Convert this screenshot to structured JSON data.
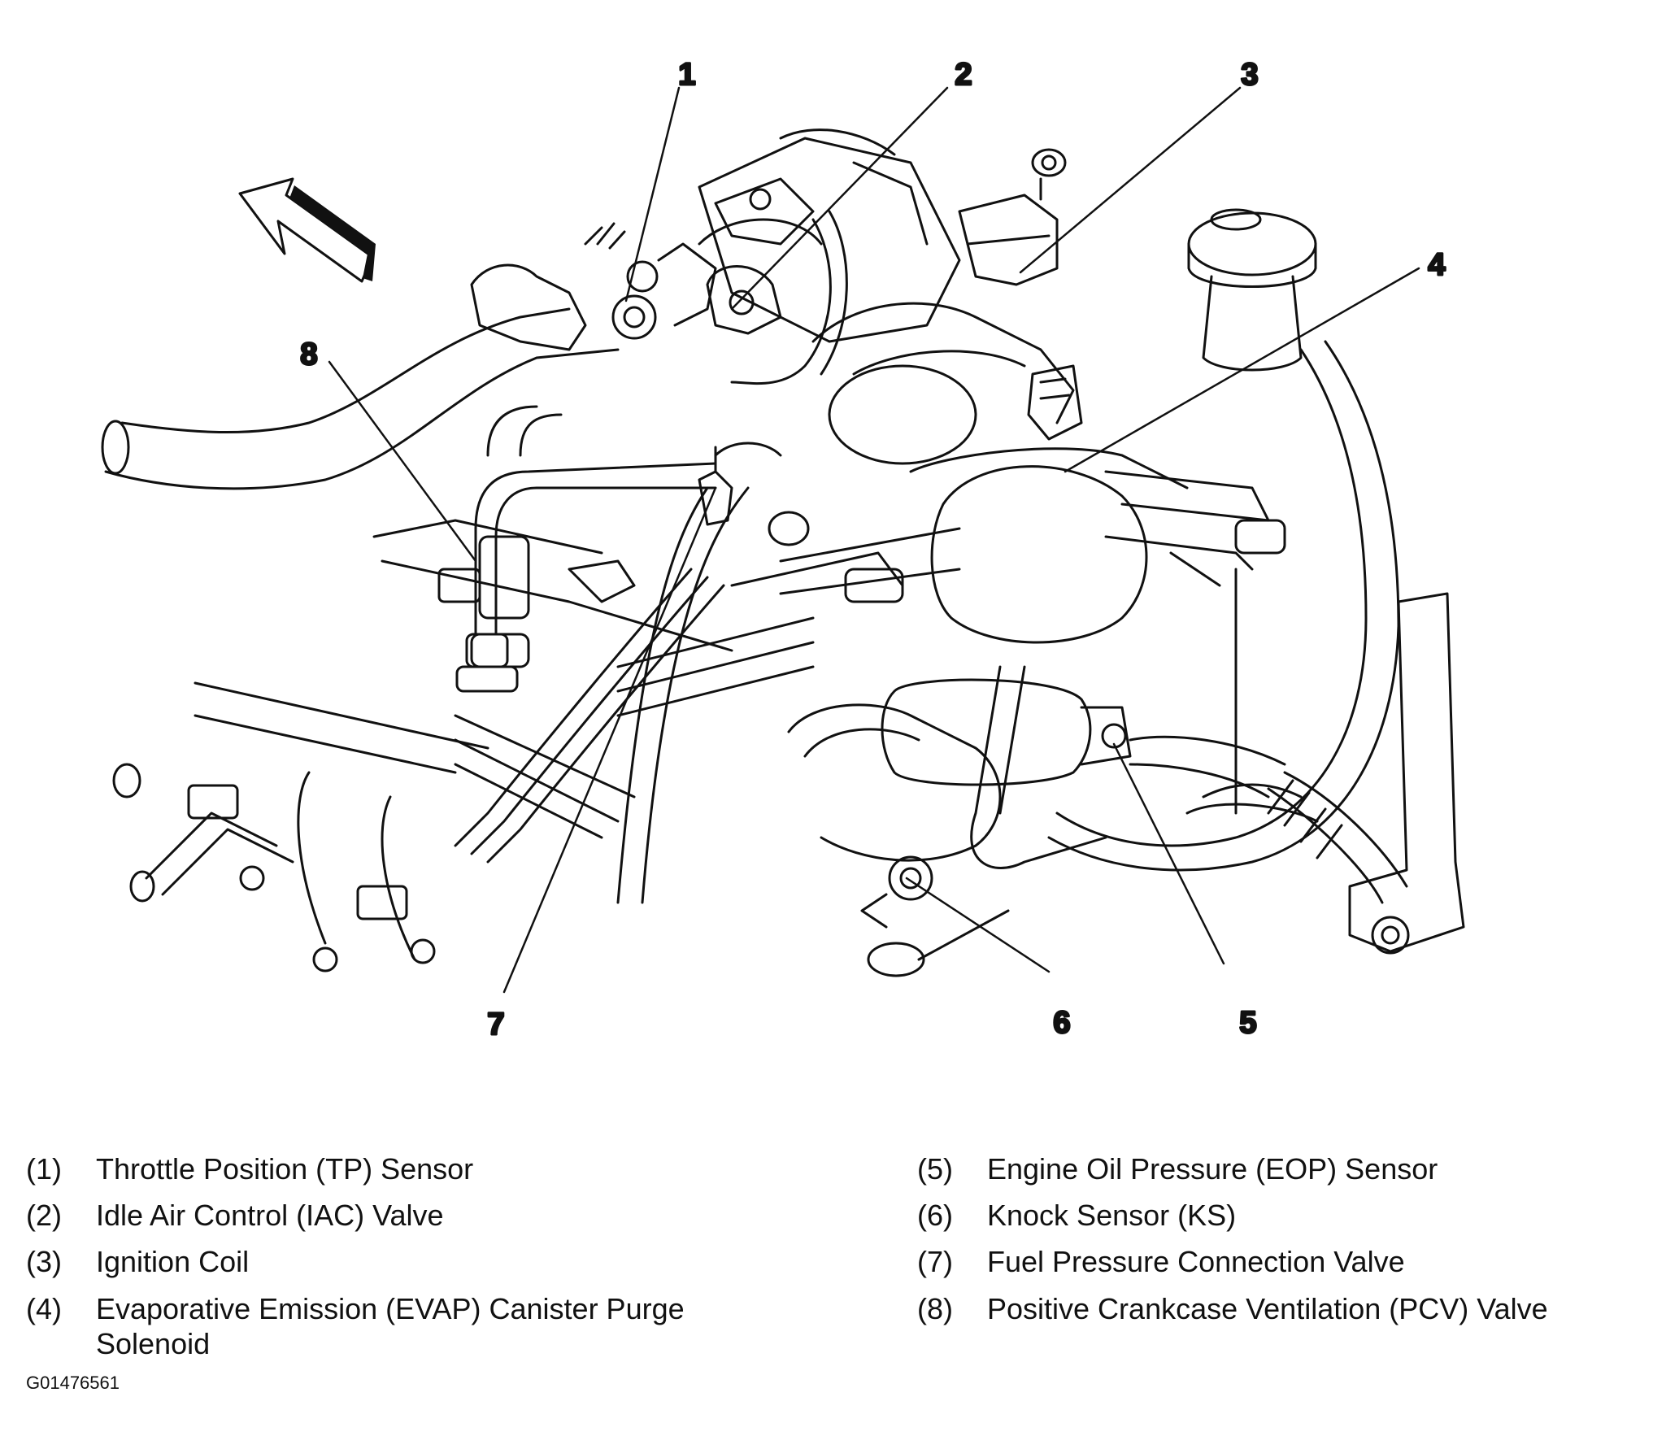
{
  "callouts": [
    "1",
    "2",
    "3",
    "4",
    "5",
    "6",
    "7",
    "8"
  ],
  "legend": [
    {
      "num": "(1)",
      "text": "Throttle Position (TP) Sensor"
    },
    {
      "num": "(2)",
      "text": "Idle Air Control (IAC) Valve"
    },
    {
      "num": "(3)",
      "text": "Ignition Coil"
    },
    {
      "num": "(4)",
      "text": "Evaporative Emission (EVAP) Canister Purge Solenoid"
    },
    {
      "num": "(5)",
      "text": "Engine Oil Pressure (EOP) Sensor"
    },
    {
      "num": "(6)",
      "text": "Knock Sensor (KS)"
    },
    {
      "num": "(7)",
      "text": "Fuel Pressure Connection Valve"
    },
    {
      "num": "(8)",
      "text": "Positive Crankcase Ventilation (PCV) Valve"
    }
  ],
  "figure_id": "G01476561",
  "colors": {
    "ink": "#111111",
    "background": "#ffffff"
  }
}
